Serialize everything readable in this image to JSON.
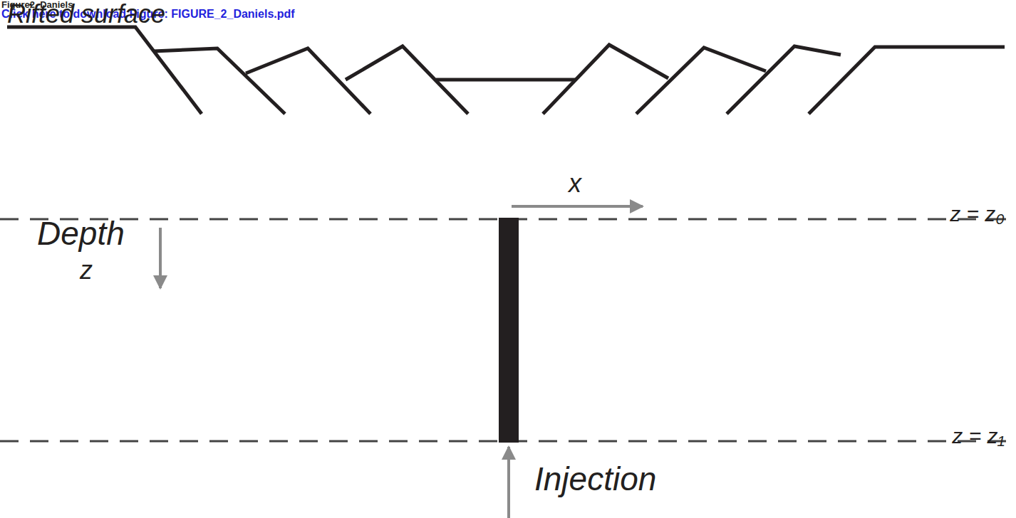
{
  "diagram": {
    "labels": [
      "Figure2_Daniels",
      "Click here to download Figure: FIGURE_2_Daniels.pdf",
      "Rifted surface",
      "x",
      "Depth",
      "z",
      "z = z₀",
      "z = z₁",
      "Injection"
    ]
  }
}
